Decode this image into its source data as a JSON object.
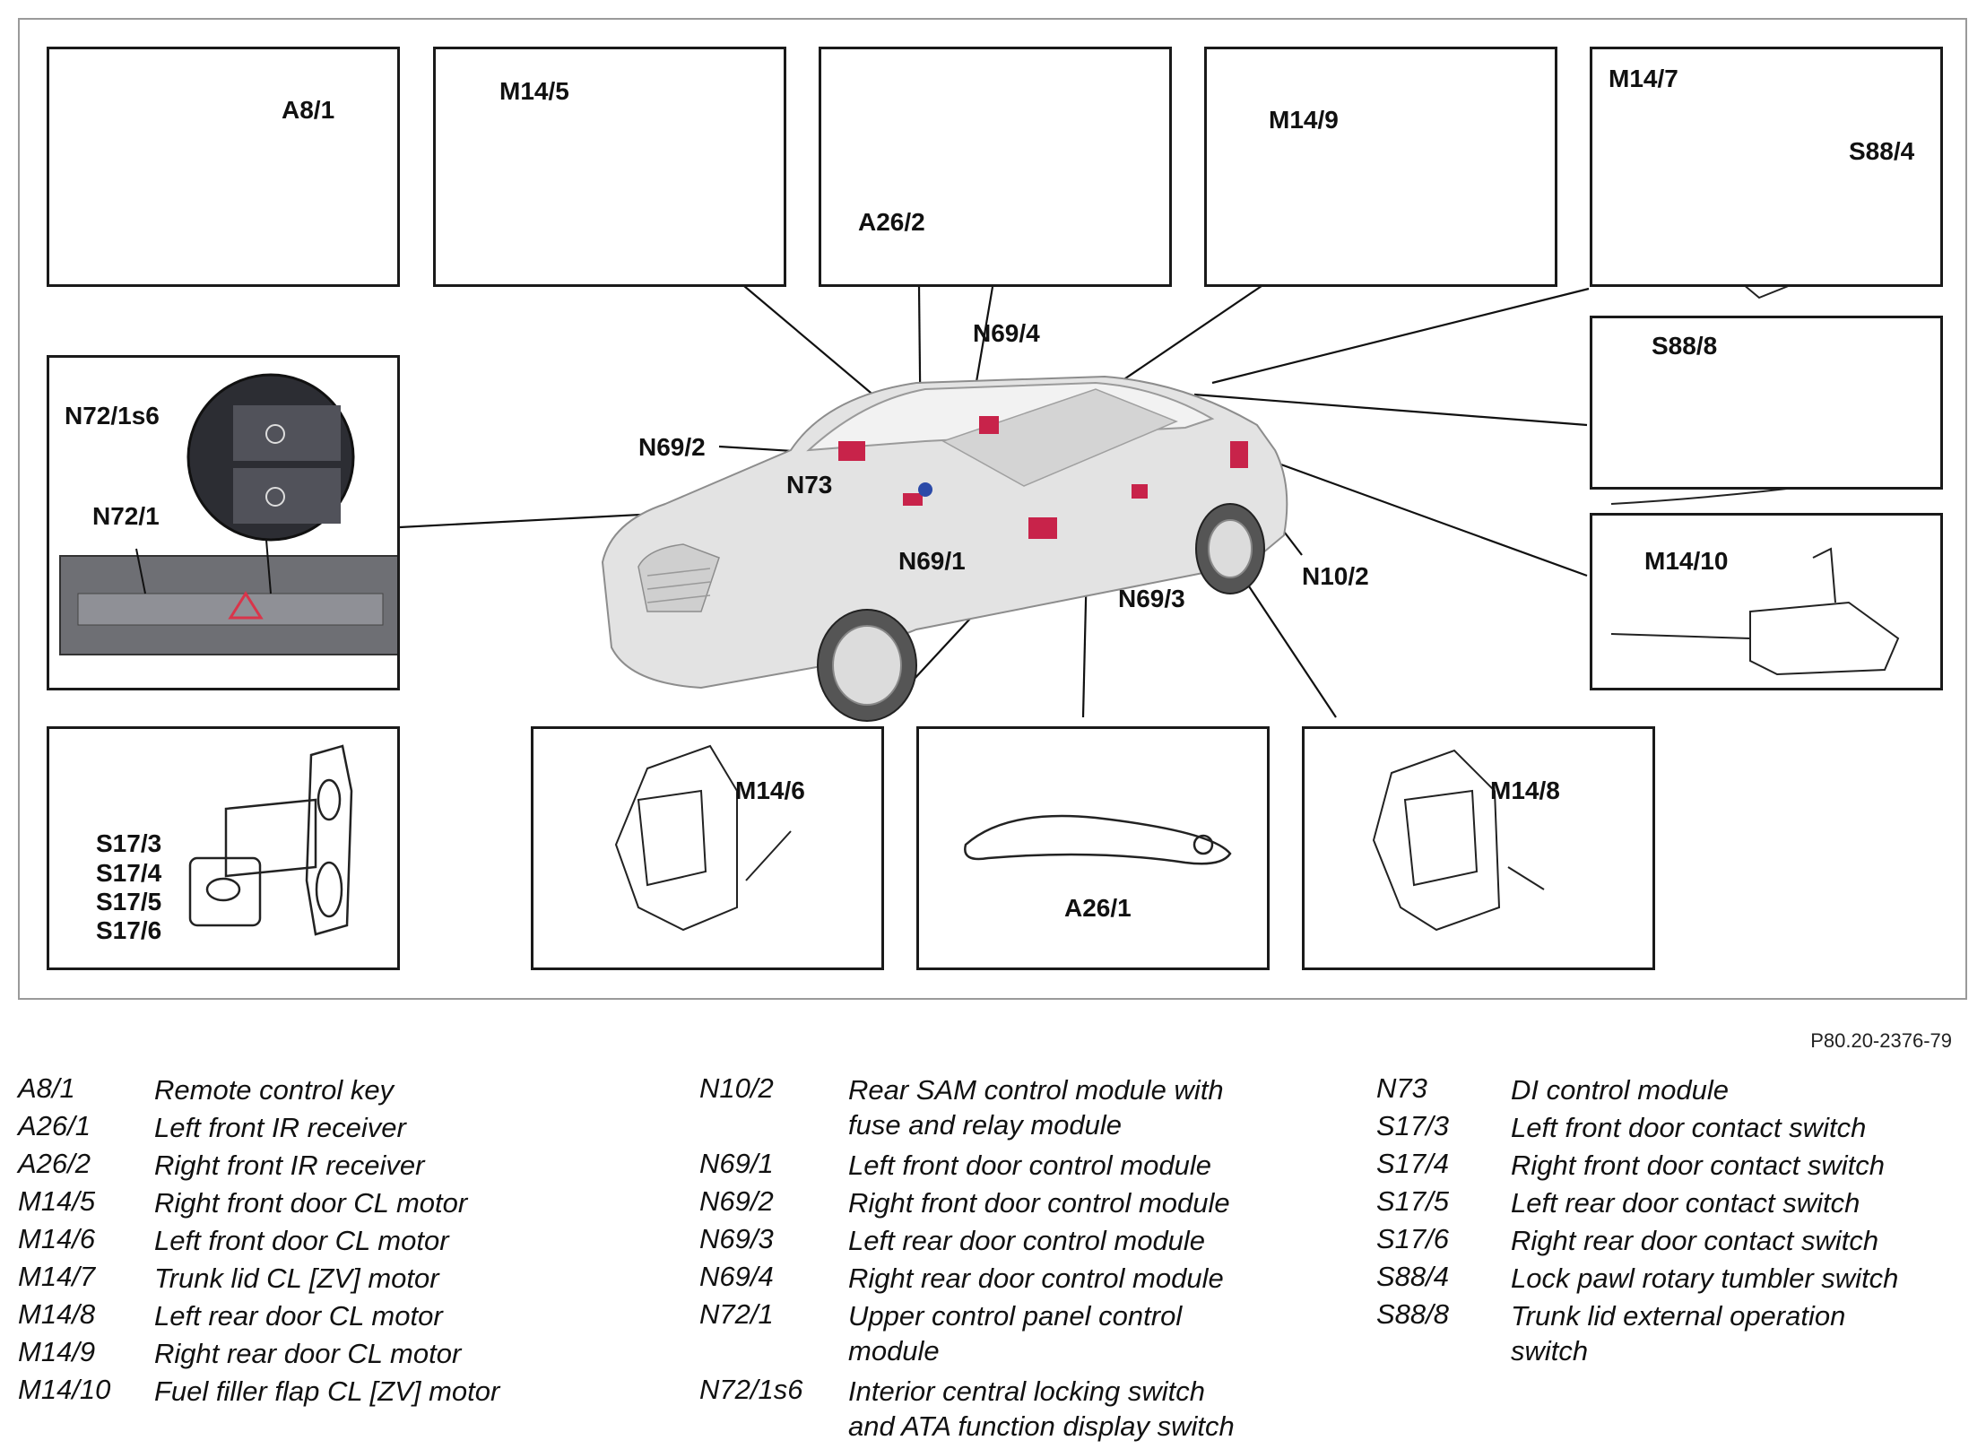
{
  "figure_ref": "P80.20-2376-79",
  "panels": {
    "a8_1": "A8/1",
    "m14_5": "M14/5",
    "a26_2": "A26/2",
    "m14_9": "M14/9",
    "m14_7": "M14/7",
    "s88_4": "S88/4",
    "s88_8": "S88/8",
    "n72_1s6": "N72/1s6",
    "n72_1": "N72/1",
    "m14_10": "M14/10",
    "s17_3": "S17/3",
    "s17_4": "S17/4",
    "s17_5": "S17/5",
    "s17_6": "S17/6",
    "m14_6": "M14/6",
    "a26_1": "A26/1",
    "m14_8": "M14/8"
  },
  "car_labels": {
    "n69_4": "N69/4",
    "n69_2": "N69/2",
    "n73": "N73",
    "n69_1": "N69/1",
    "n69_3": "N69/3",
    "n10_2": "N10/2"
  },
  "legend": {
    "col1": [
      {
        "code": "A8/1",
        "desc": "Remote control key"
      },
      {
        "code": "A26/1",
        "desc": "Left front IR receiver"
      },
      {
        "code": "A26/2",
        "desc": "Right front IR receiver"
      },
      {
        "code": "M14/5",
        "desc": "Right front door CL motor"
      },
      {
        "code": "M14/6",
        "desc": "Left front door CL motor"
      },
      {
        "code": "M14/7",
        "desc": "Trunk lid CL [ZV] motor"
      },
      {
        "code": "M14/8",
        "desc": "Left rear door CL motor"
      },
      {
        "code": "M14/9",
        "desc": "Right rear door CL motor"
      },
      {
        "code": "M14/10",
        "desc": "Fuel filler flap CL [ZV] motor"
      }
    ],
    "col2": [
      {
        "code": "N10/2",
        "desc1": "Rear SAM control module with",
        "desc2": "fuse and relay module"
      },
      {
        "code": "N69/1",
        "desc1": "Left front door control module"
      },
      {
        "code": "N69/2",
        "desc1": "Right front door control module"
      },
      {
        "code": "N69/3",
        "desc1": "Left rear door control module"
      },
      {
        "code": "N69/4",
        "desc1": "Right rear door control module"
      },
      {
        "code": "N72/1",
        "desc1": "Upper control panel control",
        "desc2": "module"
      },
      {
        "code": "N72/1s6",
        "desc1": "Interior central locking switch",
        "desc2": "and ATA function display switch"
      }
    ],
    "col3": [
      {
        "code": "N73",
        "desc1": "DI control module"
      },
      {
        "code": "S17/3",
        "desc1": "Left front door contact switch"
      },
      {
        "code": "S17/4",
        "desc1": "Right front door contact switch"
      },
      {
        "code": "S17/5",
        "desc1": "Left rear door contact switch"
      },
      {
        "code": "S17/6",
        "desc1": "Right rear door contact switch"
      },
      {
        "code": "S88/4",
        "desc1": "Lock pawl rotary tumbler switch"
      },
      {
        "code": "S88/8",
        "desc1": "Trunk lid external operation",
        "desc2": "switch"
      }
    ]
  }
}
